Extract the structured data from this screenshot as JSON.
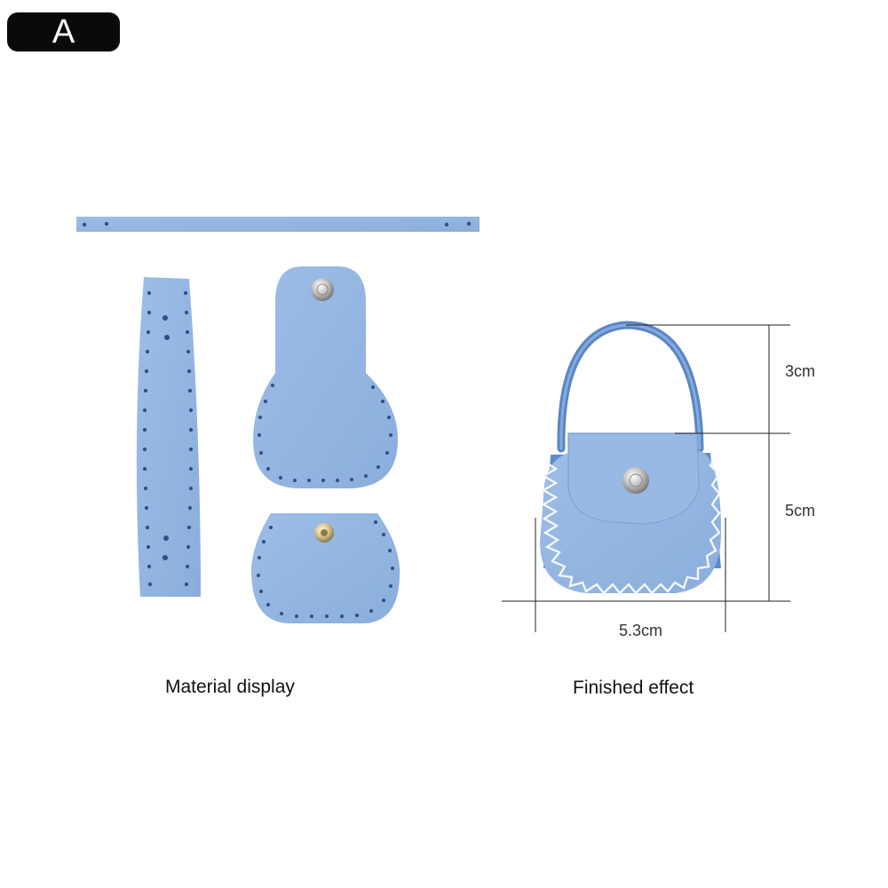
{
  "badge": {
    "label": "A"
  },
  "captions": {
    "material": "Material display",
    "finished": "Finished effect"
  },
  "dimensions": {
    "strap_height": "3cm",
    "body_height": "5cm",
    "width": "5.3cm"
  },
  "colors": {
    "leather": "#93b6e0",
    "leather_dark": "#7aa0d3",
    "hole": "#2d4f8a",
    "snap": "#c9c9c9",
    "dimension_line": "#222222"
  },
  "images": {
    "strap_piece": "leather-strap",
    "side_panel": "leather-side-panel",
    "back_flap": "leather-back-flap",
    "front_panel": "leather-front-panel",
    "finished_bag": "mini-leather-bag"
  }
}
